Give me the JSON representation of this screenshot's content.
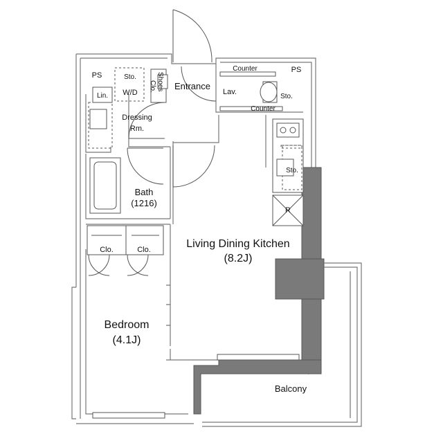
{
  "rooms": {
    "ldk_name": "Living Dining Kitchen",
    "ldk_size": "(8.2J)",
    "bedroom_name": "Bedroom",
    "bedroom_size": "(4.1J)",
    "balcony": "Balcony",
    "entrance": "Entrance",
    "lav": "Lav.",
    "dressing_line1": "Dressing",
    "dressing_line2": "Rm.",
    "bath_line1": "Bath",
    "bath_line2": "(1216)",
    "wd": "W/D"
  },
  "storage": {
    "ps_left": "PS",
    "ps_right": "PS",
    "sto_top": "Sto.",
    "sto_lav": "Sto.",
    "sto_kitchen": "Sto.",
    "lin": "Lin.",
    "shoes_line1": "Shoes",
    "shoes_line2": "Clo.",
    "clo_left": "Clo.",
    "clo_right": "Clo.",
    "refrigerator": "R"
  },
  "fixtures": {
    "counter_top": "Counter",
    "counter_bottom": "Counter"
  }
}
